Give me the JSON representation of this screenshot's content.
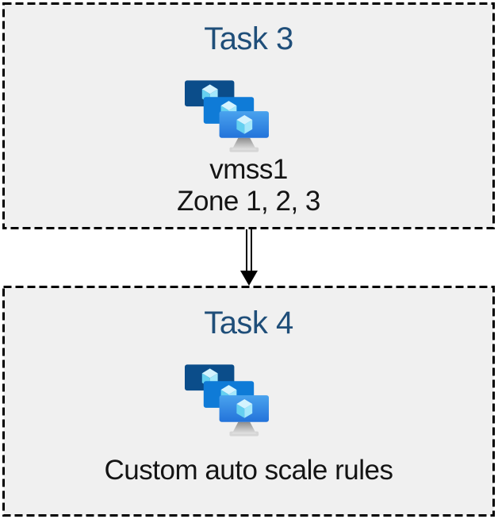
{
  "page": {
    "background": "#ffffff"
  },
  "colors": {
    "box_fill": "#f0f0f0",
    "box_border": "#000000",
    "title_text": "#1f4e79",
    "body_text": "#141414",
    "arrow": "#000000",
    "monitor_back": "#0b4d8a",
    "monitor_middle": "#0f7bd7",
    "monitor_front_top": "#4aa3ee",
    "monitor_front_bottom": "#2373da",
    "cube_top": "#d4f3fe",
    "cube_left": "#65d0f0",
    "cube_right": "#a4e8fb",
    "stand_top": "#8d8d8d",
    "stand_bottom": "#e3e3e3",
    "stand_base": "#d6d6d6"
  },
  "boxes": [
    {
      "title": "Task 3",
      "icon": "vm-scale-sets-icon",
      "lines": [
        "vmss1",
        "Zone 1, 2, 3"
      ]
    },
    {
      "title": "Task 4",
      "icon": "vm-scale-sets-icon",
      "lines": [
        "Custom auto scale rules"
      ]
    }
  ],
  "connector": {
    "type": "double-line-arrow",
    "direction": "down",
    "from": "Task 3",
    "to": "Task 4"
  }
}
